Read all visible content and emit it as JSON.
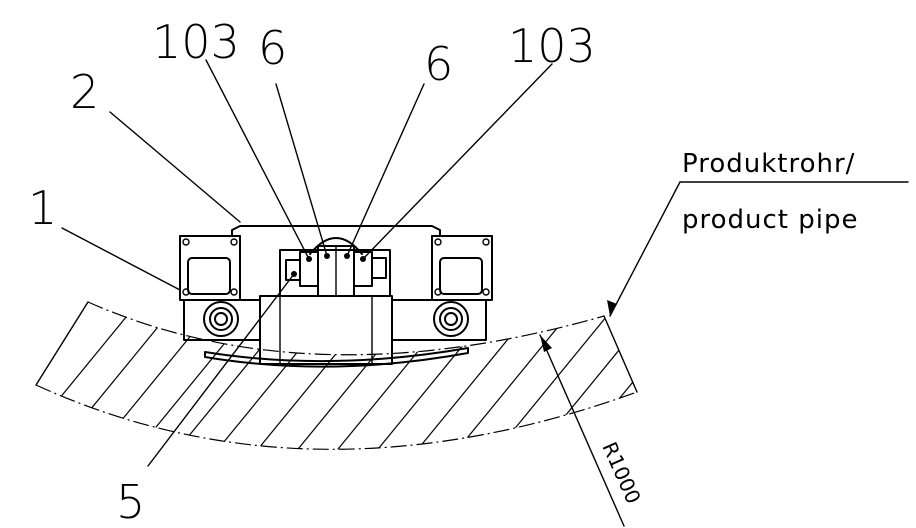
{
  "callouts": {
    "c1": "1",
    "c2": "2",
    "c5": "5",
    "c103_left": "103",
    "c6_left": "6",
    "c6_right": "6",
    "c103_right": "103"
  },
  "pipe_label": {
    "line1": "Produktrohr/",
    "line2": "product pipe"
  },
  "radius_label": "R1000"
}
